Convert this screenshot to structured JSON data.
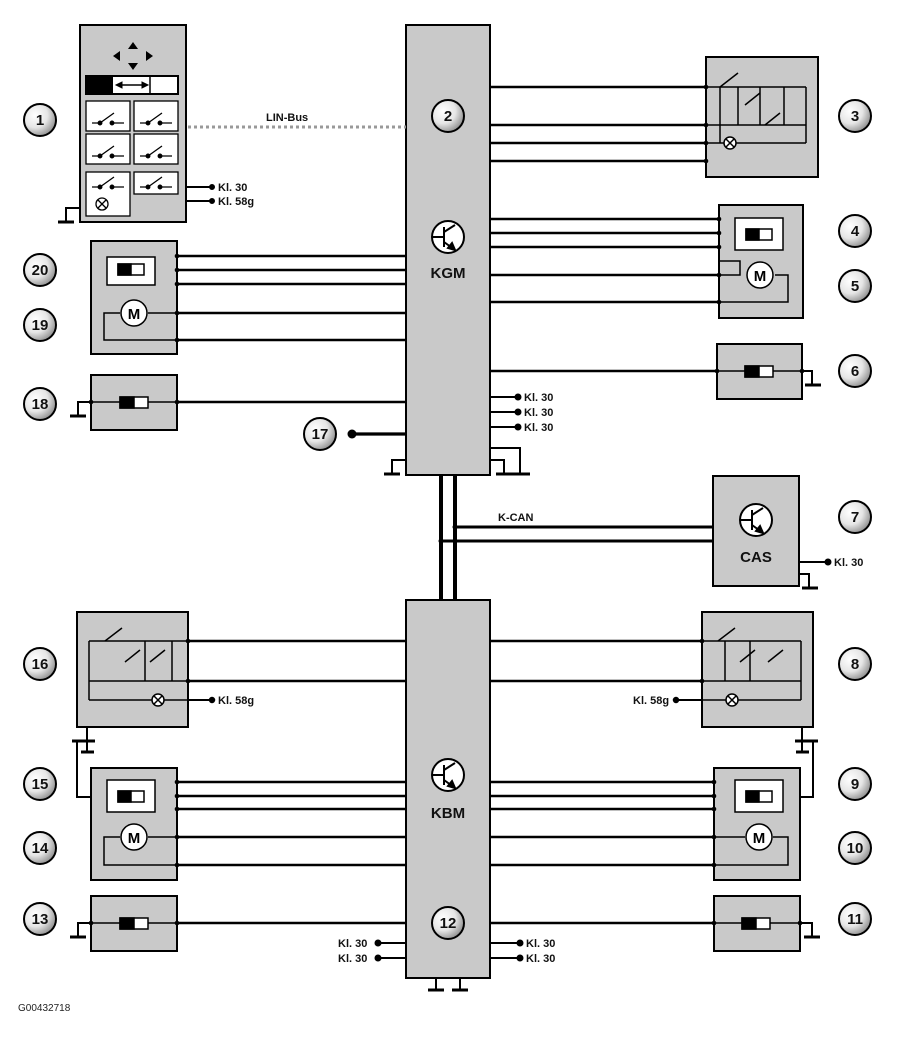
{
  "figure_id": "G00432718",
  "modules": {
    "kgm": "KGM",
    "kbm": "KBM",
    "cas": "CAS"
  },
  "buses": {
    "lin": "LIN-Bus",
    "kcan": "K-CAN"
  },
  "symbols": {
    "motor": "M"
  },
  "terminals": {
    "t0": "Kl. 30",
    "t1": "Kl. 58g",
    "t2": "Kl. 30",
    "t3": "Kl. 30",
    "t4": "Kl. 30",
    "t5": "Kl. 30",
    "t6": "Kl. 58g",
    "t7": "Kl. 58g",
    "t8": "Kl. 30",
    "t9": "Kl. 30",
    "t10": "Kl. 30",
    "t11": "Kl. 30"
  },
  "components": {
    "c1": "1",
    "c2": "2",
    "c3": "3",
    "c4": "4",
    "c5": "5",
    "c6": "6",
    "c7": "7",
    "c8": "8",
    "c9": "9",
    "c10": "10",
    "c11": "11",
    "c12": "12",
    "c13": "13",
    "c14": "14",
    "c15": "15",
    "c16": "16",
    "c17": "17",
    "c18": "18",
    "c19": "19",
    "c20": "20"
  },
  "colors": {
    "box_fill": "#c9c9c9",
    "lin_bus": "#999999",
    "line": "#000000"
  },
  "icons": [
    "arrow-up-icon",
    "arrow-down-icon",
    "arrow-left-icon",
    "arrow-right-icon",
    "lamp-icon",
    "motor-icon",
    "hall-sensor-icon",
    "transistor-icon"
  ]
}
